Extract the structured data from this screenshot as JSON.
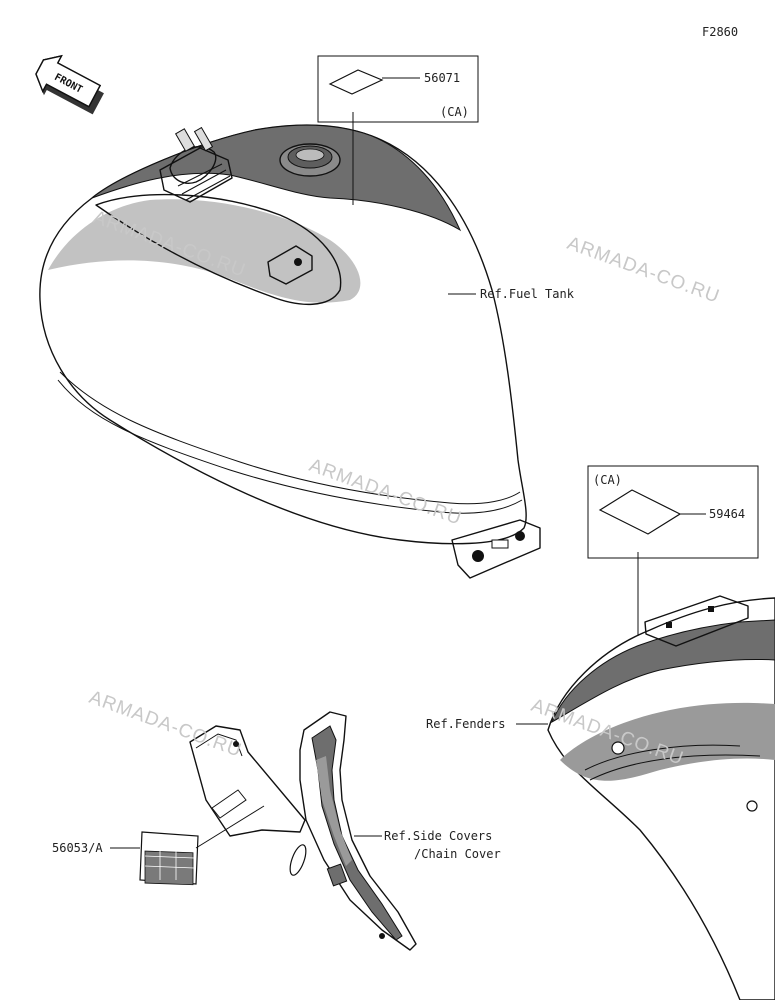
{
  "figure_code": "F2860",
  "front_arrow": {
    "text": "FRONT",
    "icon": "front-arrow-icon"
  },
  "watermark": "ARMADA-CO.RU",
  "callouts": {
    "label_56071": {
      "part_no": "56071",
      "region": "(CA)"
    },
    "label_59464": {
      "part_no": "59464",
      "region": "(CA)"
    },
    "label_56053": {
      "part_no": "56053/A"
    }
  },
  "references": {
    "fuel_tank": "Ref.Fuel Tank",
    "fenders": "Ref.Fenders",
    "side_covers_line1": "Ref.Side Covers",
    "side_covers_line2": "/Chain Cover"
  },
  "colors": {
    "line": "#111111",
    "shade": "#6e6e6e",
    "shade_light": "#9a9a9a",
    "watermark": "#c8c8c8"
  }
}
